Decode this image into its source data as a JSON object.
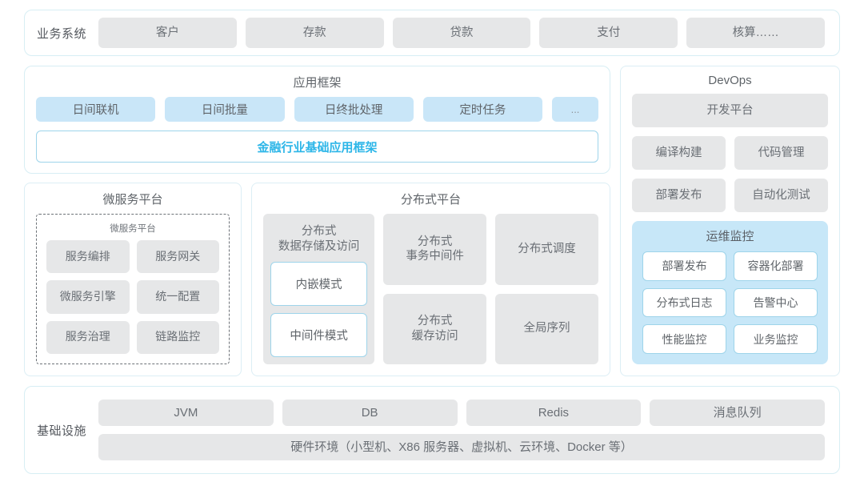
{
  "business_system": {
    "label": "业务系统",
    "items": [
      "客户",
      "存款",
      "贷款",
      "支付",
      "核算……"
    ]
  },
  "app_framework": {
    "title": "应用框架",
    "chips": [
      "日间联机",
      "日间批量",
      "日终批处理",
      "定时任务",
      "..."
    ],
    "framework_bar": "金融行业基础应用框架",
    "framework_bar_color": "#2db6e8"
  },
  "microservice_platform": {
    "title": "微服务平台",
    "inner_title": "微服务平台",
    "items": [
      "服务编排",
      "服务网关",
      "微服务引擎",
      "统一配置",
      "服务治理",
      "链路监控"
    ]
  },
  "distributed_platform": {
    "title": "分布式平台",
    "storage": {
      "title": "分布式\n数据存储及访问",
      "title_line1": "分布式",
      "title_line2": "数据存储及访问",
      "modes": [
        "内嵌模式",
        "中间件模式"
      ]
    },
    "cells": [
      {
        "line1": "分布式",
        "line2": "事务中间件"
      },
      {
        "line1": "分布式调度",
        "line2": ""
      },
      {
        "line1": "分布式",
        "line2": "缓存访问"
      },
      {
        "line1": "全局序列",
        "line2": ""
      }
    ]
  },
  "devops": {
    "title": "DevOps",
    "platform": "开发平台",
    "row1": [
      "编译构建",
      "代码管理"
    ],
    "row2": [
      "部署发布",
      "自动化测试"
    ],
    "ops_monitoring": {
      "title": "运维监控",
      "items": [
        "部署发布",
        "容器化部署",
        "分布式日志",
        "告警中心",
        "性能监控",
        "业务监控"
      ],
      "panel_color": "#c7e7f8"
    }
  },
  "infrastructure": {
    "label": "基础设施",
    "items": [
      "JVM",
      "DB",
      "Redis",
      "消息队列"
    ],
    "hardware": "硬件环境（小型机、X86 服务器、虚拟机、云环境、Docker 等）"
  },
  "theme": {
    "card_border": "#d7eef4",
    "chip_grey": "#e6e7e8",
    "chip_blue": "#c9e6f8",
    "outline_blue": "#9ed4ea",
    "text_grey": "#5f6469"
  }
}
